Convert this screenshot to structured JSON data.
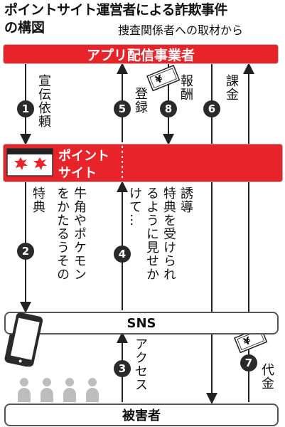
{
  "title_line1": "ポイントサイト運営者による詐欺事件",
  "title_line2": "の構図",
  "source": "捜査関係者への取材から",
  "nodes": {
    "app_operator": "アプリ配信事業者",
    "point_site_line1": "ポイント",
    "point_site_line2": "サイト",
    "sns": "SNS",
    "victims": "被害者"
  },
  "steps": [
    {
      "num": "1",
      "label": "宣伝依頼"
    },
    {
      "num": "2",
      "label": "特典"
    },
    {
      "num": "3",
      "label": "アクセス"
    },
    {
      "num": "4",
      "label": "けて…"
    },
    {
      "num": "5",
      "label": "登録"
    },
    {
      "num": "6",
      "label": "課金"
    },
    {
      "num": "7",
      "label": "代金"
    },
    {
      "num": "8",
      "label": "報酬"
    }
  ],
  "step2_detail": [
    "牛角やポケモン",
    "をかたるうその"
  ],
  "step4_detail": [
    "誘導",
    "特典を受けられ",
    "るように見せか"
  ],
  "yen_symbol": "¥",
  "colors": {
    "accent_red": "#e8242a",
    "dark": "#2a2a2a",
    "victim_gray": "#bdbdbd"
  }
}
